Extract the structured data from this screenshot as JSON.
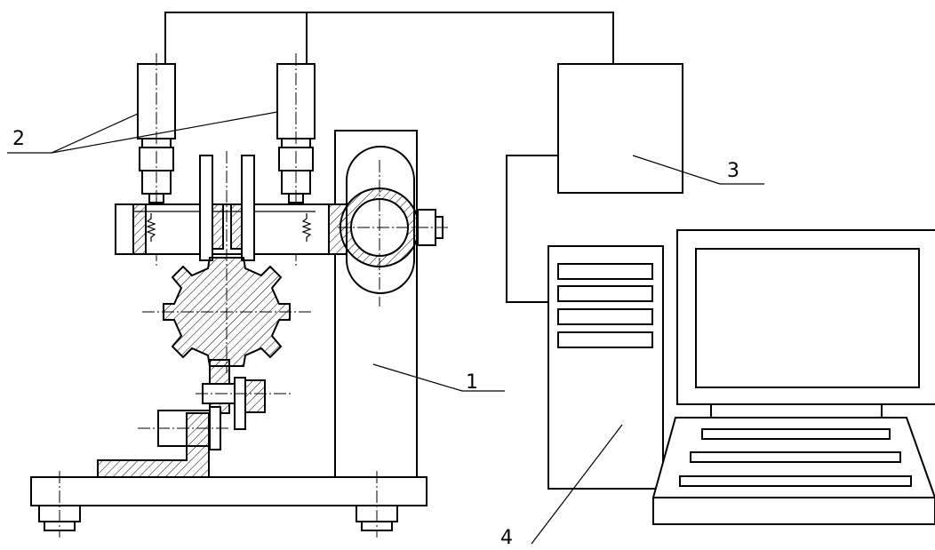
{
  "diagram": {
    "labels": [
      {
        "id": "label-1",
        "text": "1"
      },
      {
        "id": "label-2",
        "text": "2"
      },
      {
        "id": "label-3",
        "text": "3"
      },
      {
        "id": "label-4",
        "text": "4"
      }
    ]
  }
}
